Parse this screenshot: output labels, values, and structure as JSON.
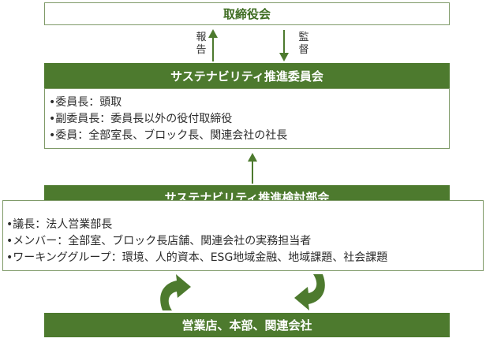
{
  "board": {
    "title": "取締役会"
  },
  "relations": {
    "report": [
      "報",
      "告"
    ],
    "supervise": [
      "監",
      "督"
    ]
  },
  "committee": {
    "title": "サステナビリティ推進委員会",
    "items": [
      "•委員長：頭取",
      "•副委員長：委員長以外の役付取締役",
      "•委員：全部室長、ブロック長、関連会社の社長"
    ]
  },
  "review_group": {
    "title": "サステナビリティ推進検討部会",
    "items": [
      "•議長：法人営業部長",
      "•メンバー：全部室、ブロック長店舗、関連会社の実務担当者",
      "•ワーキンググループ：環境、人的資本、ESG地域金融、地域課題、社会課題"
    ]
  },
  "branches": {
    "title": "営業店、本部、関連会社"
  },
  "colors": {
    "accent": "#4d7a2e",
    "title_text": "#3f6d23",
    "border": "#7f9a68"
  }
}
